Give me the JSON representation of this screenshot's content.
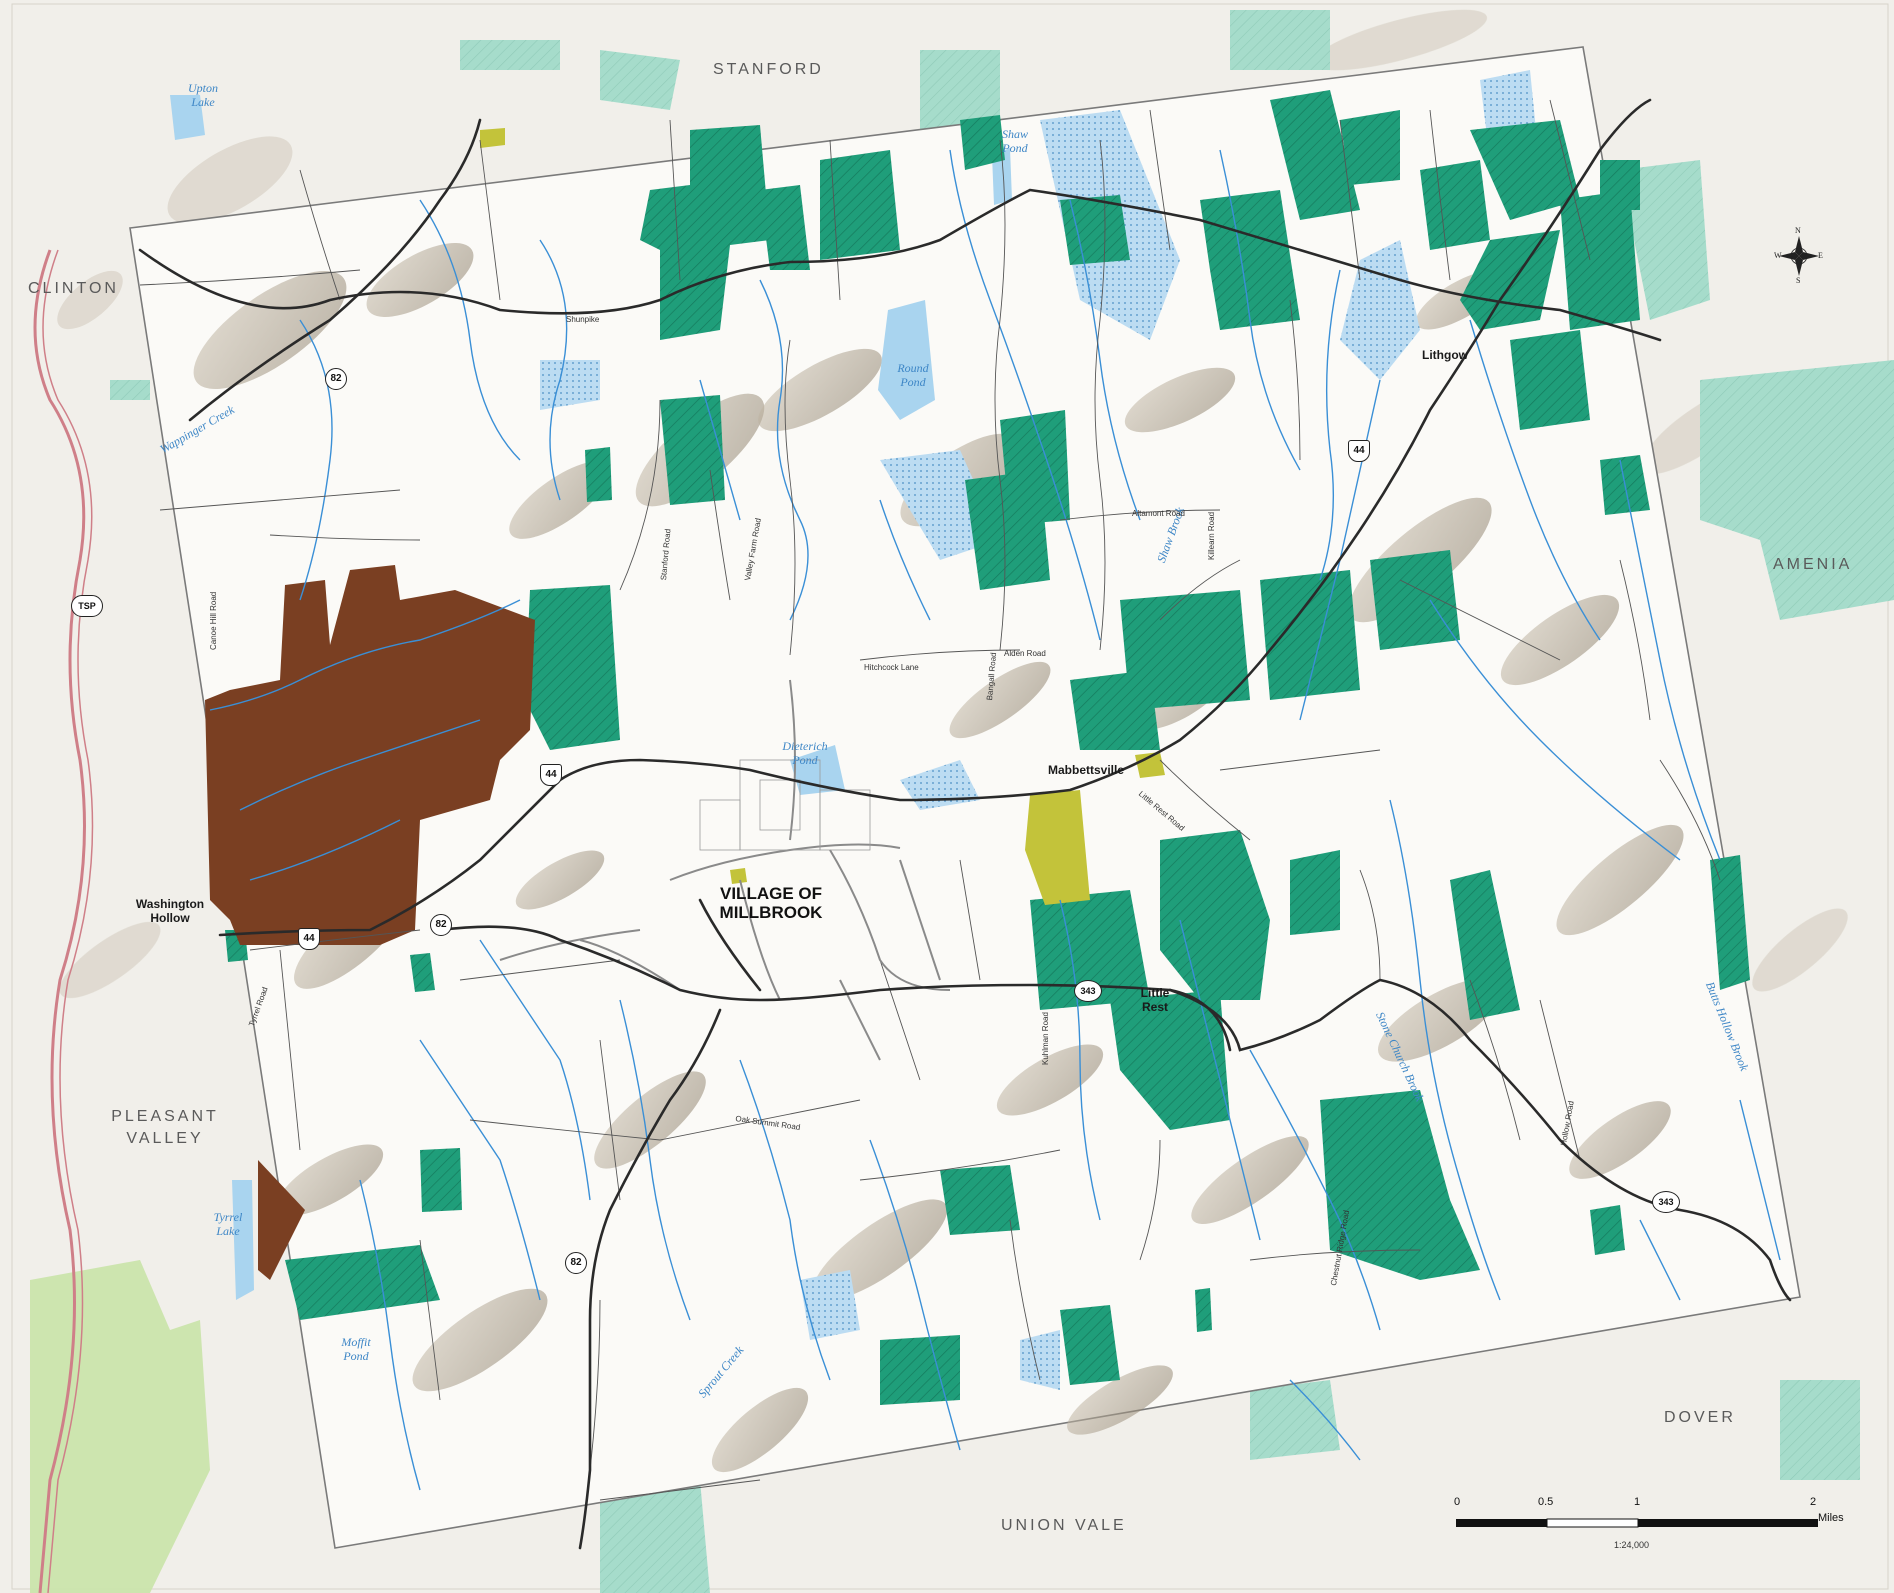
{
  "towns": {
    "stanford": "STANFORD",
    "clinton": "CLINTON",
    "amenia": "AMENIA",
    "pleasant_valley": "PLEASANT VALLEY",
    "dover": "DOVER",
    "union_vale": "UNION VALE"
  },
  "hamlets": {
    "lithgow": "Lithgow",
    "mabbettsville": "Mabbettsville",
    "washington_hollow": "Washington Hollow",
    "little_rest": "Little Rest"
  },
  "village": "VILLAGE OF MILLBROOK",
  "water": {
    "upton_lake": "Upton Lake",
    "shaw_pond": "Shaw Pond",
    "round_pond": "Round Pond",
    "dieterich_pond": "Dieterich Pond",
    "tyrrel_lake": "Tyrrel Lake",
    "moffit_pond": "Moffit Pond",
    "wappinger_creek": "Wappinger Creek",
    "shaw_brook": "Shaw Brook",
    "stone_church_brook": "Stone Church Brook",
    "butts_hollow_brook": "Butts Hollow Brook",
    "sprout_creek": "Sprout Creek"
  },
  "roads": {
    "shunpike": "Shunpike",
    "hitchcock_lane": "Hitchcock Lane",
    "alden_road": "Alden Road",
    "altamont_road": "Altamont Road",
    "canoe_hill_road": "Canoe Hill Road",
    "oak_summit_road": "Oak Summit Road",
    "bangall_road": "Bangall Road",
    "valley_farm_road": "Valley Farm Road",
    "stanford_road": "Stanford Road",
    "tyrrel_road": "Tyrrel Road",
    "kuhlman_road": "Kuhlman Road",
    "killearn_road": "Killearn Road",
    "chestnut_ridge_road": "Chestnut Ridge Road",
    "hollow_road": "Hollow Road",
    "little_rest_road": "Little Rest Road"
  },
  "shields": {
    "ny82": "82",
    "us44": "44",
    "ny343": "343",
    "tsp": "TSP"
  },
  "scale": {
    "ticks": [
      "0",
      "0.5",
      "1",
      "2"
    ],
    "unit": "Miles",
    "ratio": "1:24,000"
  },
  "compass": {
    "n": "N",
    "s": "S",
    "e": "E",
    "w": "W"
  },
  "colors": {
    "protected_land": "#1f9e7a",
    "protected_land_outside": "#a6dccb",
    "brown_parcel": "#7a3f22",
    "olive_parcel": "#c3c33a",
    "water": "#a9d4ef",
    "stream": "#3a8fd6",
    "wetland": "#bcdcf2",
    "state_park": "#c9e3a8"
  }
}
